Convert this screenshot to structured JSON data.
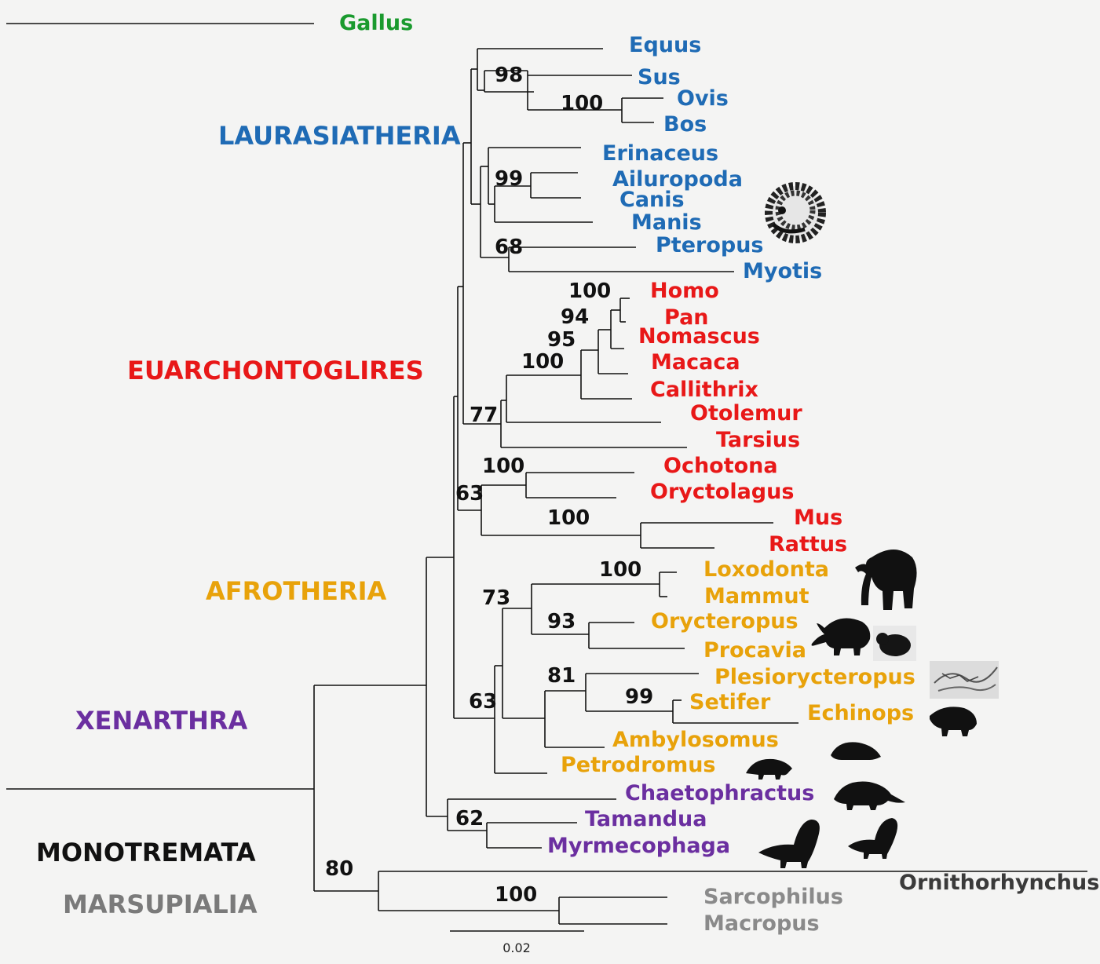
{
  "colors": {
    "laurasiatheria": "#1f6bb5",
    "euarchontoglires": "#e81818",
    "afrotheria": "#e8a20a",
    "xenarthra": "#6b2fa0",
    "monotremata": "#111111",
    "marsupialia": "#7a7a7a",
    "outgroup": "#1a9a2e"
  },
  "clades": {
    "laurasiatheria": "LAURASIATHERIA",
    "euarchontoglires": "EUARCHONTOGLIRES",
    "afrotheria": "AFROTHERIA",
    "xenarthra": "XENARTHRA",
    "monotremata": "MONOTREMATA",
    "marsupialia": "MARSUPIALIA"
  },
  "taxa": {
    "gallus": "Gallus",
    "equus": "Equus",
    "sus": "Sus",
    "ovis": "Ovis",
    "bos": "Bos",
    "erinaceus": "Erinaceus",
    "ailuropoda": "Ailuropoda",
    "canis": "Canis",
    "manis": "Manis",
    "pteropus": "Pteropus",
    "myotis": "Myotis",
    "homo": "Homo",
    "pan": "Pan",
    "nomascus": "Nomascus",
    "macaca": "Macaca",
    "callithrix": "Callithrix",
    "otolemur": "Otolemur",
    "tarsius": "Tarsius",
    "ochotona": "Ochotona",
    "oryctolagus": "Oryctolagus",
    "mus": "Mus",
    "rattus": "Rattus",
    "loxodonta": "Loxodonta",
    "mammut": "Mammut",
    "orycteropus": "Orycteropus",
    "procavia": "Procavia",
    "plesiorycteropus": "Plesiorycteropus",
    "setifer": "Setifer",
    "echinops": "Echinops",
    "ambylosomus": "Ambylosomus",
    "petrodromus": "Petrodromus",
    "chaetophractus": "Chaetophractus",
    "tamandua": "Tamandua",
    "myrmecophaga": "Myrmecophaga",
    "ornithorhynchus": "Ornithorhynchus",
    "sarcophilus": "Sarcophilus",
    "macropus": "Macropus"
  },
  "support": {
    "n98": "98",
    "n100_ovisbos": "100",
    "n99_carnivora": "99",
    "n68": "68",
    "n100_homopan": "100",
    "n94": "94",
    "n95": "95",
    "n100_primates": "100",
    "n77": "77",
    "n100_lago": "100",
    "n63_glires": "63",
    "n100_rodent": "100",
    "n100_proboscidea": "100",
    "n73": "73",
    "n93": "93",
    "n81": "81",
    "n99_tenrec": "99",
    "n63_afro": "63",
    "n62": "62",
    "n80": "80",
    "n100_marsup": "100"
  },
  "scale": {
    "label": "0.02"
  },
  "icons": [
    "pangolin-icon",
    "elephant-icon",
    "aardvark-icon",
    "hyrax-icon",
    "fossil-icon",
    "tenrec-icon",
    "golden-mole-icon",
    "elephant-shrew-icon",
    "armadillo-icon",
    "anteater-icon"
  ]
}
